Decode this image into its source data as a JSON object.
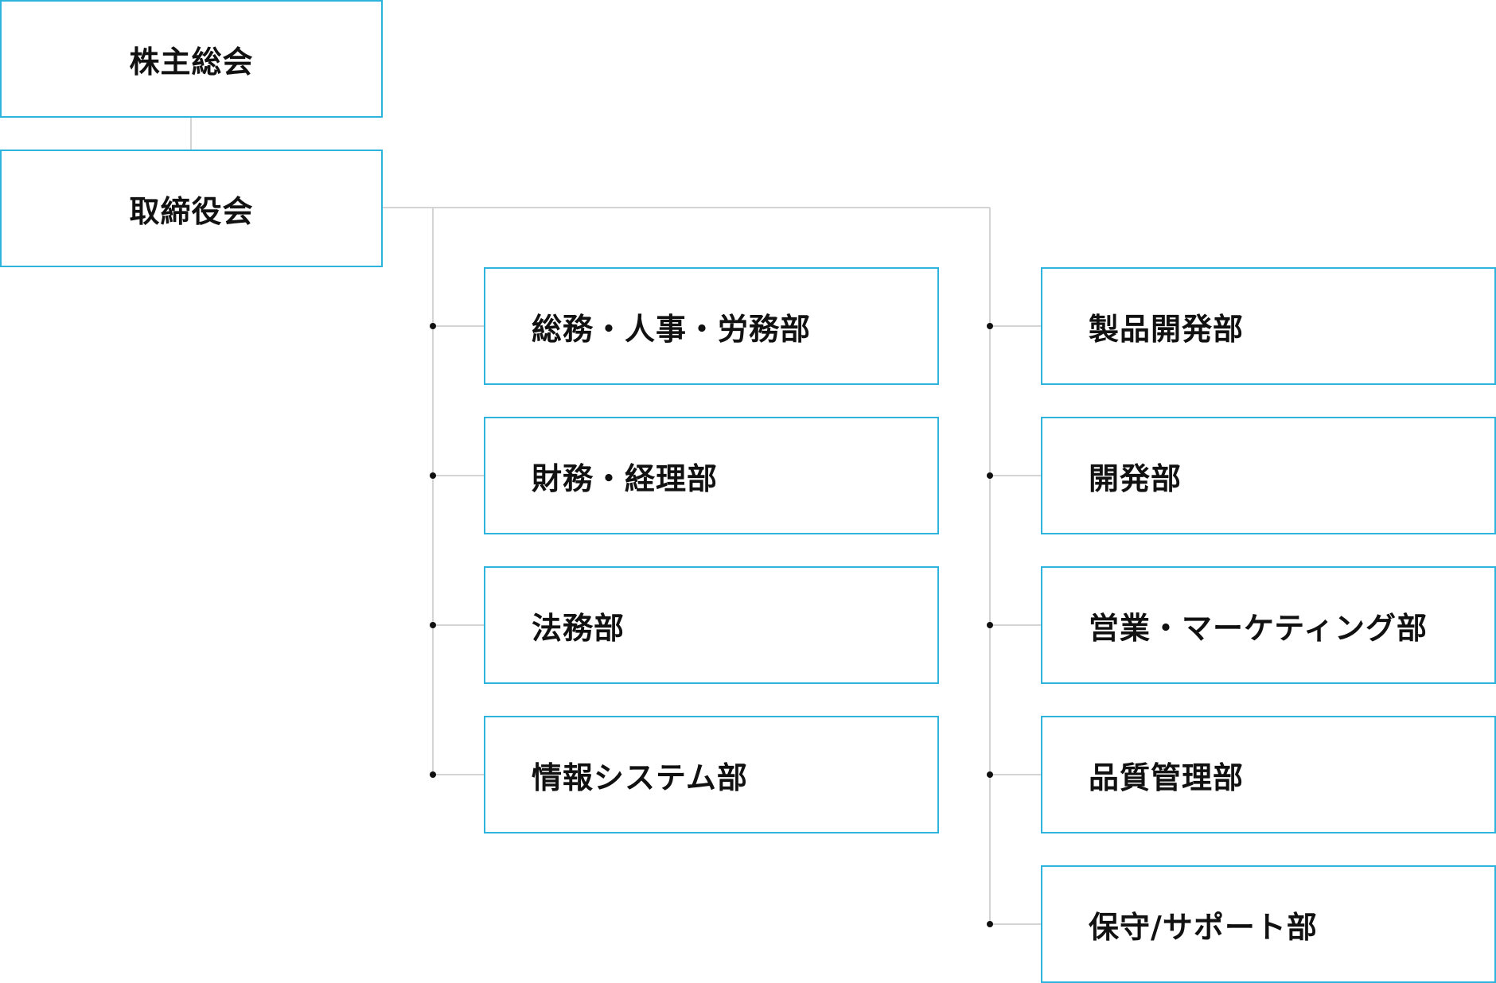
{
  "org_chart": {
    "top_nodes": [
      {
        "label": "株主総会"
      },
      {
        "label": "取締役会"
      }
    ],
    "left_column": [
      {
        "label": "総務・人事・労務部"
      },
      {
        "label": "財務・経理部"
      },
      {
        "label": "法務部"
      },
      {
        "label": "情報システム部"
      }
    ],
    "right_column": [
      {
        "label": "製品開発部"
      },
      {
        "label": "開発部"
      },
      {
        "label": "営業・マーケティング部"
      },
      {
        "label": "品質管理部"
      },
      {
        "label": "保守/サポート部"
      }
    ]
  },
  "colors": {
    "box_border": "#2cb4dd",
    "connector_line": "#d4d4d4",
    "dot": "#111111",
    "text": "#111111"
  }
}
